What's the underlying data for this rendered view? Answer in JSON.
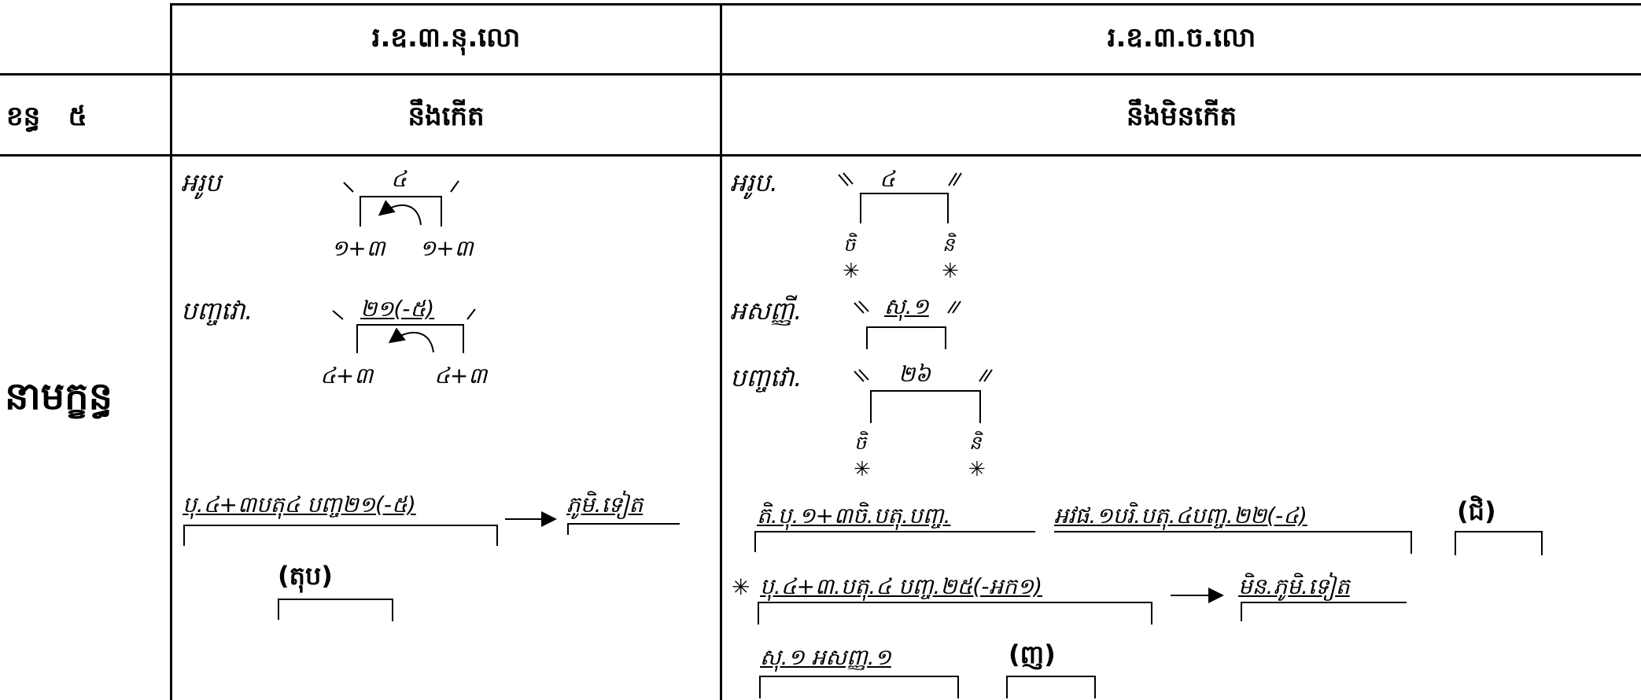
{
  "header": {
    "col1_code": "រ.ឧ.៣.នុ.លោ",
    "col2_code": "រ.ឧ.៣.ច.លោ"
  },
  "row1": {
    "label": "ខន្ធ   ៥",
    "col1": "នឹងកើត",
    "col2": "នឹងមិនកើត"
  },
  "row2": {
    "label": "នាមក្ខន្ធ",
    "left": {
      "arupa": "អរូប",
      "arupa_top": "៤",
      "arupa_b1": "១+៣",
      "arupa_b2": "១+៣",
      "panca": "បញ្ចវោ.",
      "panca_top": "២១(-៥)",
      "panca_b1": "៤+៣",
      "panca_b2": "៤+៣",
      "formula": "បុ.៤+៣បតុ៤ បញ្ច២១(-៥)",
      "target": "ភូមិ.ទៀត",
      "result": "(តុប)"
    },
    "right": {
      "arupa": "អរូប.",
      "arupa_top": "៤",
      "arupa_b1": "ចិ",
      "arupa_b2": "និ",
      "asanna": "អសញ្ញី.",
      "asanna_top": "សុ.១",
      "panca": "បញ្ចវោ.",
      "panca_top": "២៦",
      "panca_b1": "ចិ",
      "panca_b2": "និ",
      "f1": "តិ.បុ.១+៣ចិ.បតុ.បញ្ច.",
      "f2": "អវផ.១បរិ.បតុ.៤បញ្ច.២២(-៤)",
      "r1": "(ជិ)",
      "f3": "បុ.៤+៣.បតុ.៤ បញ្ច.២៥(-អក១)",
      "target": "មិន.ភូមិ.ទៀត",
      "f4": "សុ.១ អសញ្ញ.១",
      "r2": "(ញ)",
      "star": "✳"
    }
  }
}
